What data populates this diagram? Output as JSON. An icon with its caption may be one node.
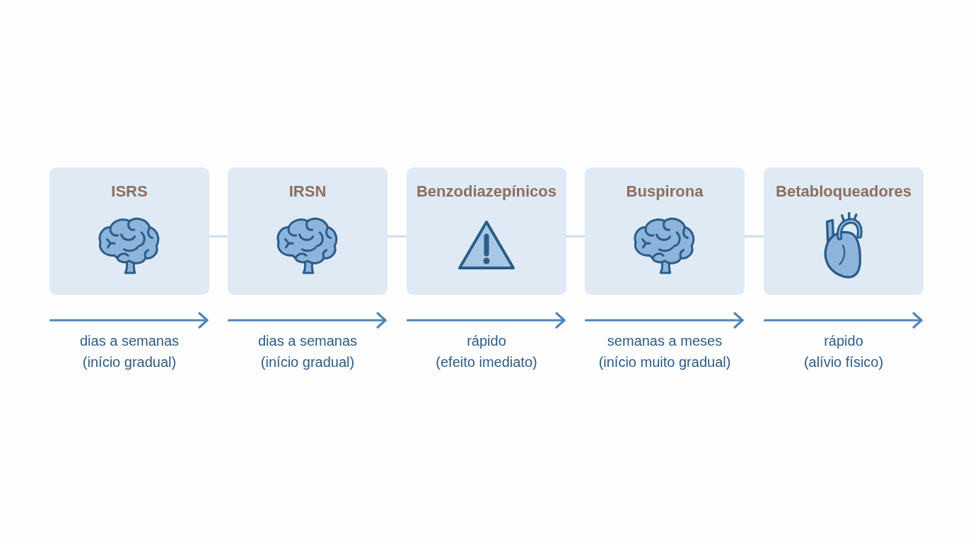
{
  "diagram": {
    "nodes": [
      {
        "text": [
          "ISRS"
        ],
        "beside": [
          "dias a semanas (início gradual)"
        ]
      },
      {
        "text": [
          "IRSN"
        ],
        "beside": [
          "dias a semanas (início gradual)"
        ]
      },
      {
        "text": [
          "Benzodiazepínicos"
        ],
        "beside": [
          "rápido (efeito imediato)"
        ]
      },
      {
        "text": [
          "Buspirona"
        ],
        "beside": [
          "semanas a meses (início muito gradual)"
        ]
      },
      {
        "text": [
          "Betabloqueadores"
        ],
        "beside": [
          "rápido (alívio físico)"
        ]
      }
    ],
    "edges": [
      {
        "from": 0,
        "to": 1,
        "arrow": "none"
      },
      {
        "from": 1,
        "to": 2,
        "arrow": "none"
      },
      {
        "from": 2,
        "to": 3,
        "arrow": "none"
      },
      {
        "from": 3,
        "to": 4,
        "arrow": "none"
      }
    ]
  }
}
